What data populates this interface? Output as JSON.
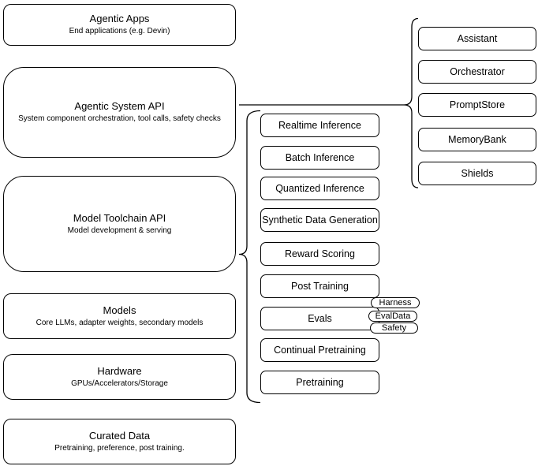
{
  "stack": [
    {
      "title": "Agentic Apps",
      "subtitle": "End applications (e.g. Devin)"
    },
    {
      "title": "Agentic System API",
      "subtitle": "System component orchestration, tool calls, safety checks"
    },
    {
      "title": "Model Toolchain API",
      "subtitle": "Model development & serving"
    },
    {
      "title": "Models",
      "subtitle": "Core LLMs, adapter weights, secondary models"
    },
    {
      "title": "Hardware",
      "subtitle": "GPUs/Accelerators/Storage"
    },
    {
      "title": "Curated Data",
      "subtitle": "Pretraining, preference, post training."
    }
  ],
  "toolchain_items": [
    "Realtime Inference",
    "Batch Inference",
    "Quantized Inference",
    "Synthetic Data Generation",
    "Reward Scoring",
    "Post Training",
    "Evals",
    "Continual Pretraining",
    "Pretraining"
  ],
  "evals_tags": [
    "Harness",
    "EvalData",
    "Safety"
  ],
  "system_components": [
    "Assistant",
    "Orchestrator",
    "PromptStore",
    "MemoryBank",
    "Shields"
  ],
  "colors": {
    "stroke": "#000000",
    "fill": "#ffffff",
    "text": "#000000"
  }
}
